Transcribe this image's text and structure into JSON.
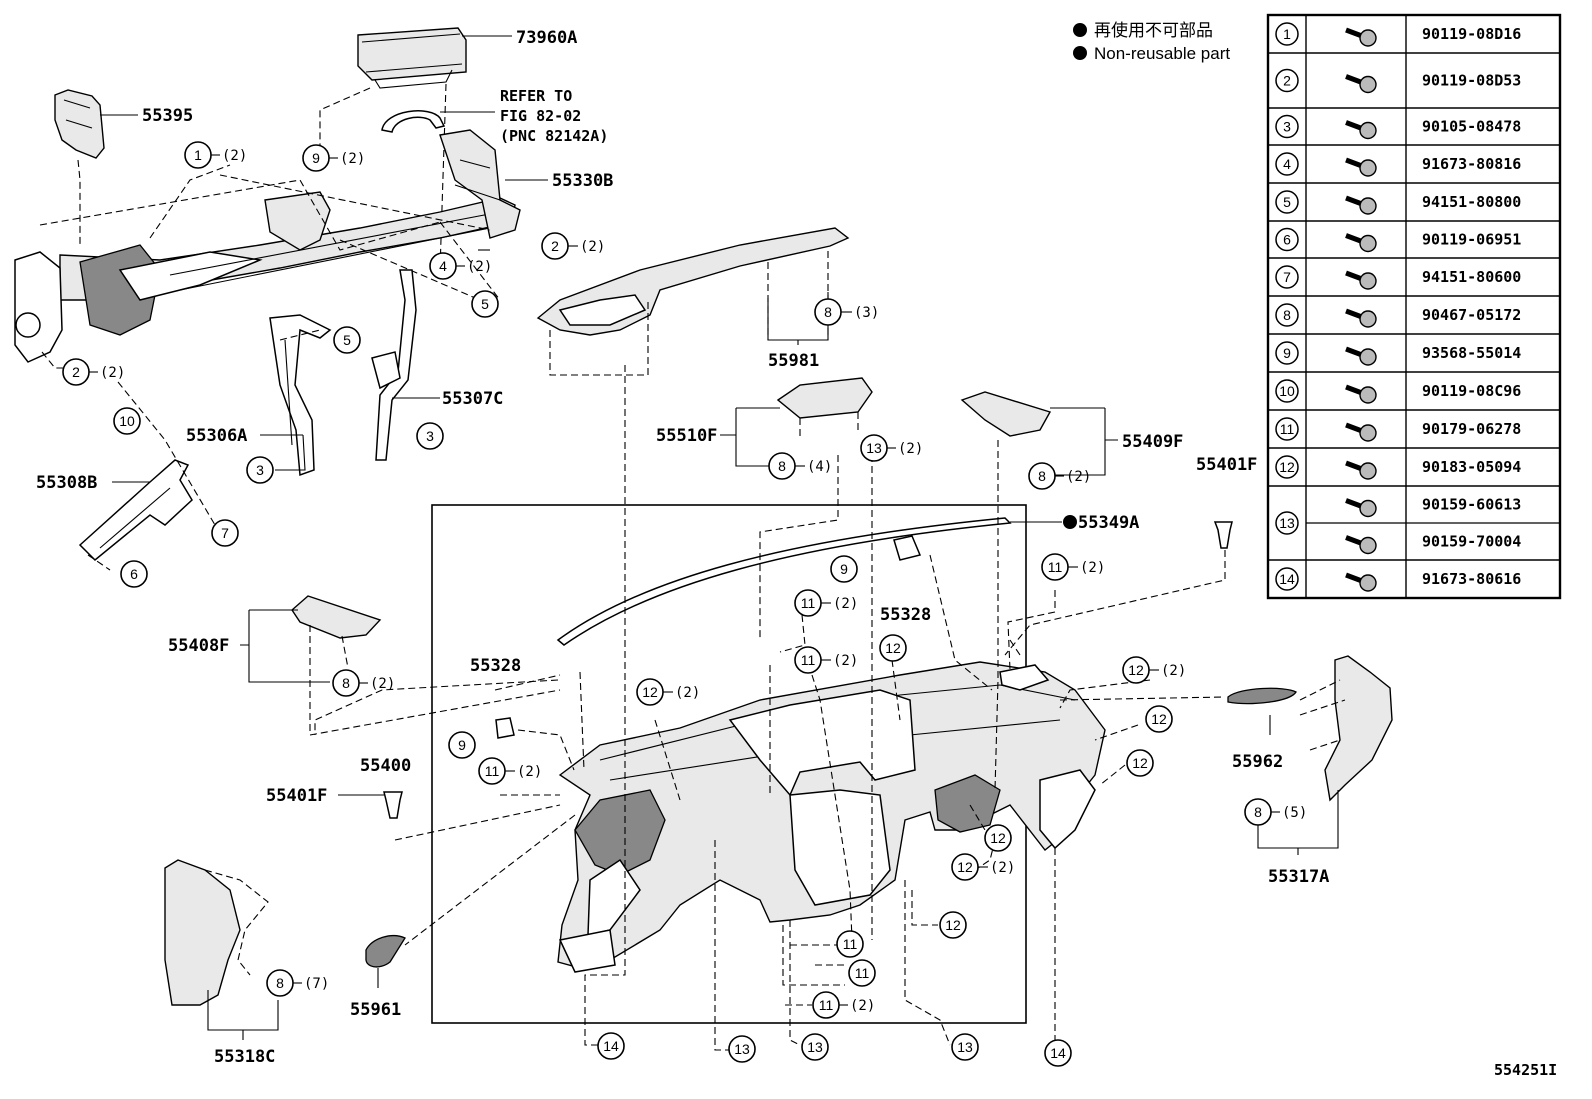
{
  "diagram_id": "554251I",
  "legend": {
    "jp": "再使用不可部品",
    "en": "Non-reusable part"
  },
  "reference_note": [
    "REFER TO",
    "FIG 82-02",
    "(PNC 82142A)"
  ],
  "part_labels": {
    "p73960A": "73960A",
    "p55395": "55395",
    "p55330B": "55330B",
    "p55981": "55981",
    "p55306A": "55306A",
    "p55307C": "55307C",
    "p55308B": "55308B",
    "p55510F": "55510F",
    "p55409F": "55409F",
    "p55401F_r": "55401F",
    "p55349A": "55349A",
    "p55328_r": "55328",
    "p55408F": "55408F",
    "p55328_l": "55328",
    "p55400": "55400",
    "p55401F_l": "55401F",
    "p55962": "55962",
    "p55317A": "55317A",
    "p55961": "55961",
    "p55318C": "55318C"
  },
  "quantities": {
    "q1": "(2)",
    "q2a": "(2)",
    "q2b": "(2)",
    "q4": "(2)",
    "q9": "(2)",
    "q8_55981": "(3)",
    "q8_55510F": "(4)",
    "q13": "(2)",
    "q8_55409F": "(2)",
    "q11_a": "(2)",
    "q11_b": "(2)",
    "q11_c": "(2)",
    "q11_d": "(2)",
    "q11_e": "(2)",
    "q8_55408F": "(2)",
    "q12_a": "(2)",
    "q12_b": "(2)",
    "q12_c": "(2)",
    "q8_55317A": "(5)",
    "q8_55318C": "(7)"
  },
  "fastener_table": [
    {
      "ref": "1",
      "parts": [
        "90119-08D16"
      ]
    },
    {
      "ref": "2",
      "parts": [
        "90119-08D53"
      ]
    },
    {
      "ref": "3",
      "parts": [
        "90105-08478"
      ]
    },
    {
      "ref": "4",
      "parts": [
        "91673-80816"
      ]
    },
    {
      "ref": "5",
      "parts": [
        "94151-80800"
      ]
    },
    {
      "ref": "6",
      "parts": [
        "90119-06951"
      ]
    },
    {
      "ref": "7",
      "parts": [
        "94151-80600"
      ]
    },
    {
      "ref": "8",
      "parts": [
        "90467-05172"
      ]
    },
    {
      "ref": "9",
      "parts": [
        "93568-55014"
      ]
    },
    {
      "ref": "10",
      "parts": [
        "90119-08C96"
      ]
    },
    {
      "ref": "11",
      "parts": [
        "90179-06278"
      ]
    },
    {
      "ref": "12",
      "parts": [
        "90183-05094"
      ]
    },
    {
      "ref": "13",
      "parts": [
        "90159-60613",
        "90159-70004"
      ]
    },
    {
      "ref": "14",
      "parts": [
        "91673-80616"
      ]
    }
  ]
}
